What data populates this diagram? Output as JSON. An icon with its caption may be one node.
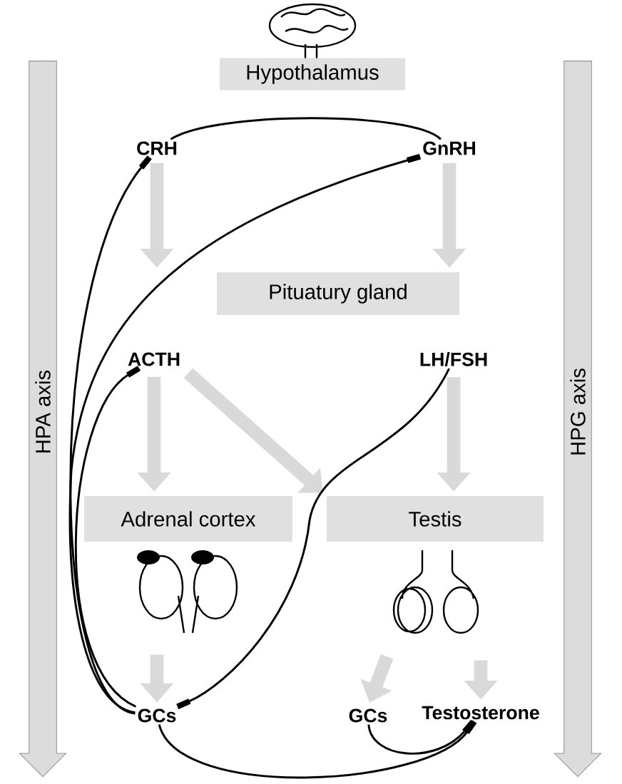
{
  "diagram": {
    "nodes": [
      {
        "text": [
          "Hypothalamus"
        ]
      },
      {
        "text": [
          "CRH"
        ]
      },
      {
        "text": [
          "GnRH"
        ]
      },
      {
        "text": [
          "Pituatury gland"
        ]
      },
      {
        "text": [
          "ACTH"
        ]
      },
      {
        "text": [
          "LH/FSH"
        ]
      },
      {
        "text": [
          "Adrenal cortex"
        ]
      },
      {
        "text": [
          "Testis"
        ]
      },
      {
        "text": [],
        "shape": "picture"
      },
      {
        "text": [],
        "shape": "picture"
      },
      {
        "text": [
          "GCs"
        ]
      },
      {
        "text": [
          "GCs"
        ]
      },
      {
        "text": [
          "Testosterone"
        ]
      },
      {
        "text": [
          "HPA axis"
        ]
      },
      {
        "text": [
          "HPG axis"
        ]
      }
    ],
    "edges": [
      {
        "from": 1,
        "to": 3,
        "arrow": "to",
        "color": "#d9d9d9"
      },
      {
        "from": 2,
        "to": 3,
        "arrow": "to",
        "color": "#d9d9d9"
      },
      {
        "from": 4,
        "to": 6,
        "arrow": "to",
        "color": "#d9d9d9"
      },
      {
        "from": 4,
        "to": 7,
        "arrow": "to",
        "color": "#d9d9d9"
      },
      {
        "from": 5,
        "to": 7,
        "arrow": "to",
        "color": "#d9d9d9"
      },
      {
        "from": 8,
        "to": 10,
        "arrow": "to",
        "color": "#d9d9d9"
      },
      {
        "from": 9,
        "to": 11,
        "arrow": "to",
        "color": "#d9d9d9"
      },
      {
        "from": 9,
        "to": 12,
        "arrow": "to",
        "color": "#d9d9d9"
      },
      {
        "from": 1,
        "to": 2,
        "arrow": "none",
        "color": "#000000"
      },
      {
        "from": 10,
        "to": 1,
        "arrow": "other",
        "color": "#000000"
      },
      {
        "from": 10,
        "to": 2,
        "arrow": "other",
        "color": "#000000"
      },
      {
        "from": 10,
        "to": 4,
        "arrow": "other",
        "color": "#000000"
      },
      {
        "from": 5,
        "to": 10,
        "arrow": "other",
        "color": "#000000"
      },
      {
        "from": 10,
        "to": 12,
        "arrow": "other",
        "color": "#000000"
      },
      {
        "from": 11,
        "to": 12,
        "arrow": "other",
        "color": "#000000"
      }
    ]
  }
}
